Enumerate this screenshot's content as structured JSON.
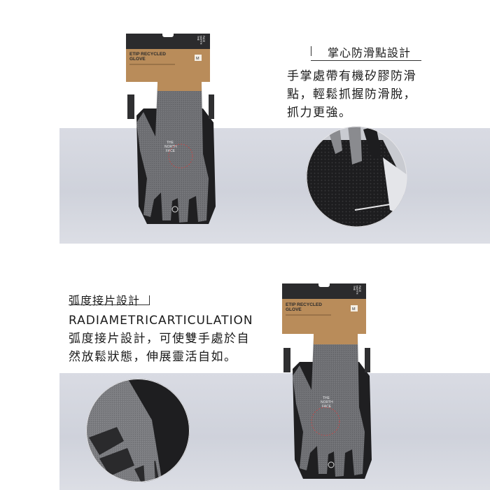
{
  "section_top": {
    "headline": "掌心防滑點設計",
    "body_lines": [
      "手掌處帶有機矽膠防滑",
      "點，輕鬆抓握防滑脫，",
      "抓力更強。"
    ]
  },
  "section_bottom": {
    "headline": "弧度接片設計",
    "feature_en_left": "RADIAMETRIC",
    "feature_en_right": "ARTICULATION",
    "body_lines": [
      "弧度接片設計，可使雙手處於自",
      "然放鬆狀態，伸展靈活自如。"
    ]
  },
  "packaging": {
    "tag_title_line1": "ETIP  RECYCLED",
    "tag_title_line2": "GLOVE",
    "size": "M",
    "brand_badge_lines": [
      "THE",
      "NORTH",
      "FACE"
    ],
    "logo_lines": [
      "THE",
      "NORTH",
      "FACE"
    ]
  },
  "colors": {
    "glove_grey": "#6f7074",
    "glove_black": "#1f1f21",
    "kraft_tag": "#b98c5a",
    "tag_header": "#2b2b2d",
    "band": "#d3d6df"
  }
}
